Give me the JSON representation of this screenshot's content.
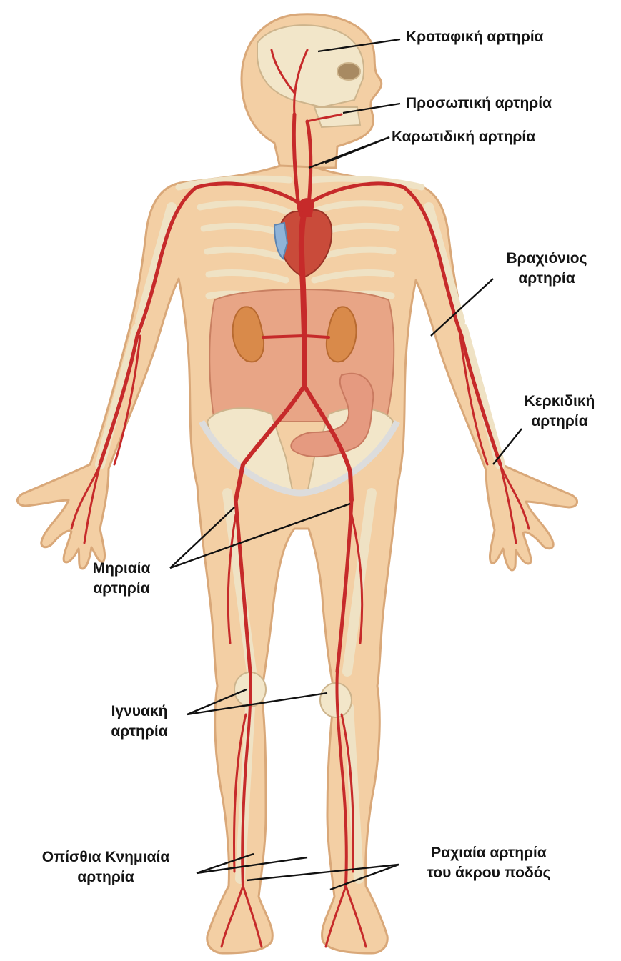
{
  "colors": {
    "skin": "#f3cfa4",
    "skin_outline": "#d9a879",
    "bone": "#f2e6c9",
    "artery": "#c62a2a",
    "kidney": "#d98a4a",
    "heart": "#c94b3a",
    "vein_blue": "#8fb3d8",
    "intestine": "#e59a80",
    "cavity": "#e8a586",
    "leader_line": "#111111",
    "label_text": "#141414"
  },
  "labels": {
    "temporal": "Κροταφική αρτηρία",
    "facial": "Προσωπική αρτηρία",
    "carotid": "Καρωτιδική αρτηρία",
    "brachial_line1": "Βραχιόνιος",
    "brachial_line2": "αρτηρία",
    "radial_line1": "Κερκιδική",
    "radial_line2": "αρτηρία",
    "femoral_line1": "Μηριαία",
    "femoral_line2": "αρτηρία",
    "popliteal_line1": "Ιγνυακή",
    "popliteal_line2": "αρτηρία",
    "posterior_tibial_line1": "Οπίσθια Κνημιαία",
    "posterior_tibial_line2": "αρτηρία",
    "dorsalis_pedis_line1": "Ραχιαία αρτηρία",
    "dorsalis_pedis_line2": "του άκρου ποδός"
  }
}
